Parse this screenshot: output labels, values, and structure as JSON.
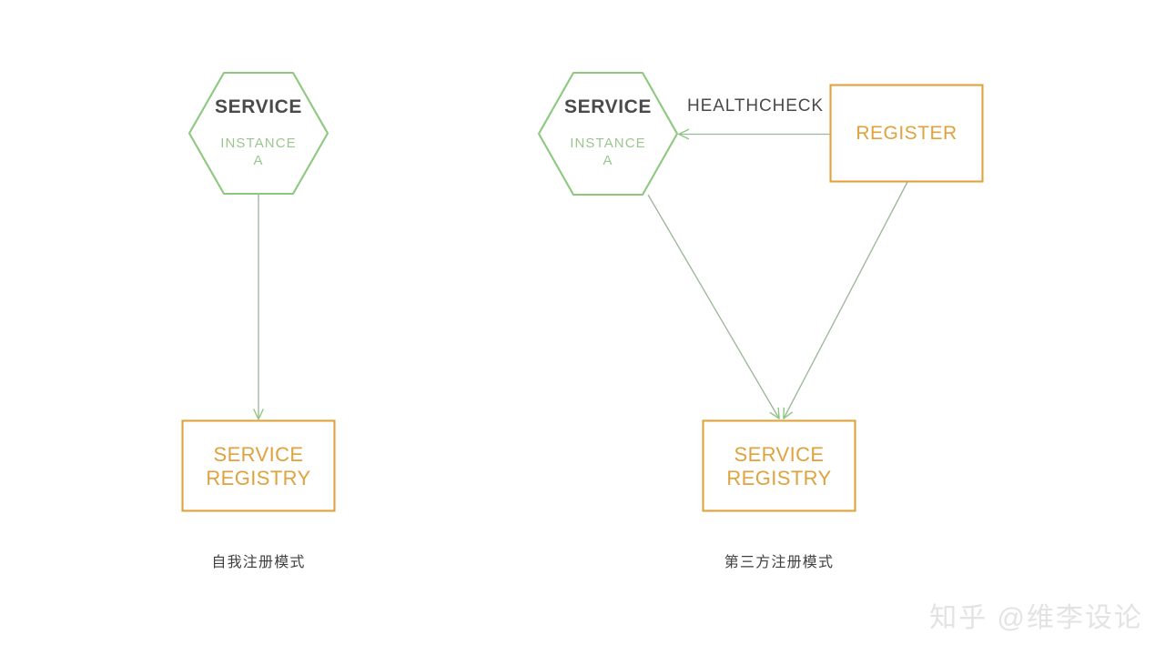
{
  "colors": {
    "background": "#ffffff",
    "hex_stroke": "#8cc87e",
    "hex_title_text": "#4a4a4a",
    "hex_sub_text": "#9bc68f",
    "box_stroke": "#dfa23c",
    "box_text": "#dfa23c",
    "arrow_stroke": "#8cc87e",
    "edge_label_text": "#4a4a4a",
    "caption_text": "#3f3f3f",
    "watermark_text": "#e3e3e3"
  },
  "diagrams": [
    {
      "id": "self-registration",
      "caption": "自我注册模式",
      "nodes": {
        "service_hexagon": {
          "title": "SERVICE",
          "subtitle_line1": "INSTANCE",
          "subtitle_line2": "A"
        },
        "registry_box": {
          "label_line1": "SERVICE",
          "label_line2": "REGISTRY"
        }
      },
      "edges": [
        {
          "from": "service_hexagon",
          "to": "registry_box",
          "label": ""
        }
      ]
    },
    {
      "id": "third-party-registration",
      "caption": "第三方注册模式",
      "nodes": {
        "service_hexagon": {
          "title": "SERVICE",
          "subtitle_line1": "INSTANCE",
          "subtitle_line2": "A"
        },
        "register_box": {
          "label": "REGISTER"
        },
        "registry_box": {
          "label_line1": "SERVICE",
          "label_line2": "REGISTRY"
        }
      },
      "edges": [
        {
          "from": "register_box",
          "to": "service_hexagon",
          "label": "HEALTHCHECK"
        },
        {
          "from": "service_hexagon",
          "to": "registry_box",
          "label": ""
        },
        {
          "from": "register_box",
          "to": "registry_box",
          "label": ""
        }
      ]
    }
  ],
  "watermark": {
    "text": "知乎 @维李设论"
  }
}
